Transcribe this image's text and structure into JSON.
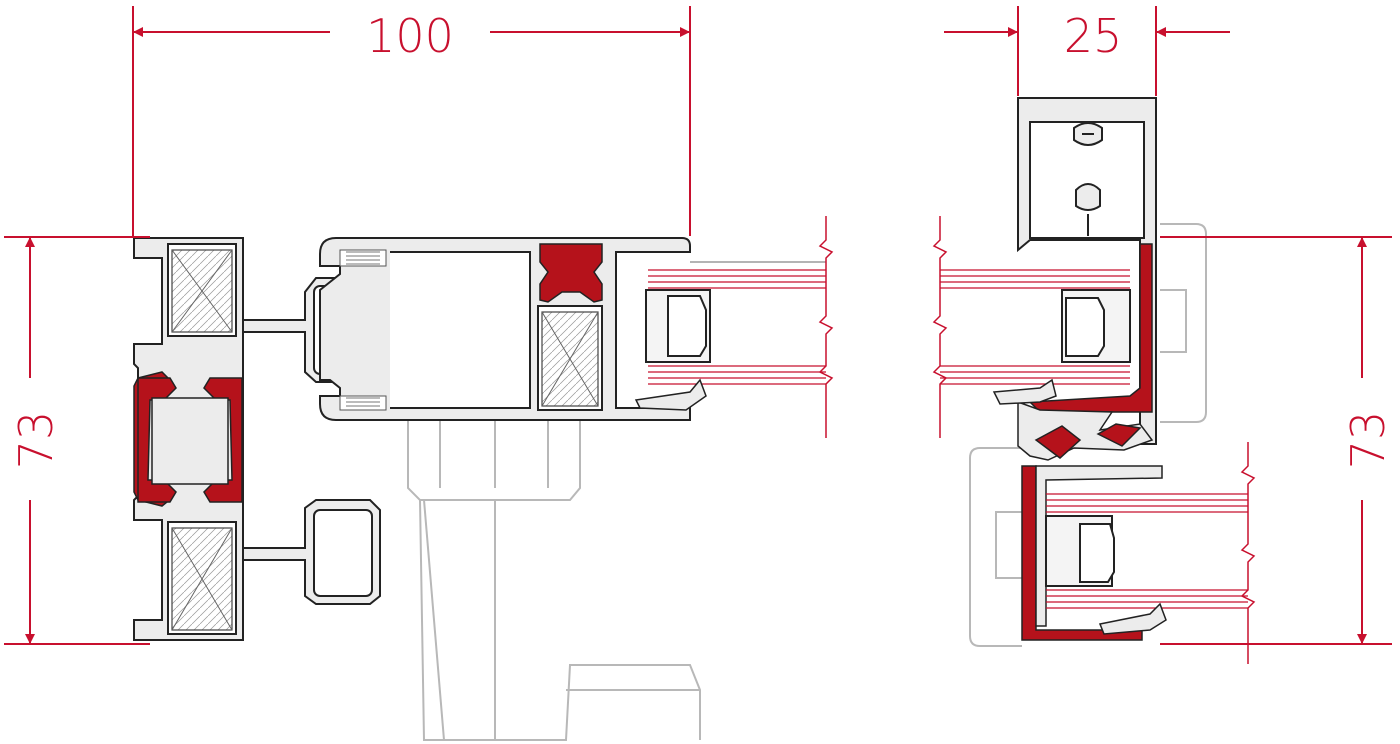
{
  "colors": {
    "dimension": "#c8102e",
    "thermal_break": "#b5121b",
    "profile_outline": "#222222",
    "profile_fill": "#ececec",
    "background_part": "#b8b8b8"
  },
  "dimensions": {
    "top_left": "100",
    "top_right": "25",
    "left_height": "73",
    "right_height": "73"
  }
}
